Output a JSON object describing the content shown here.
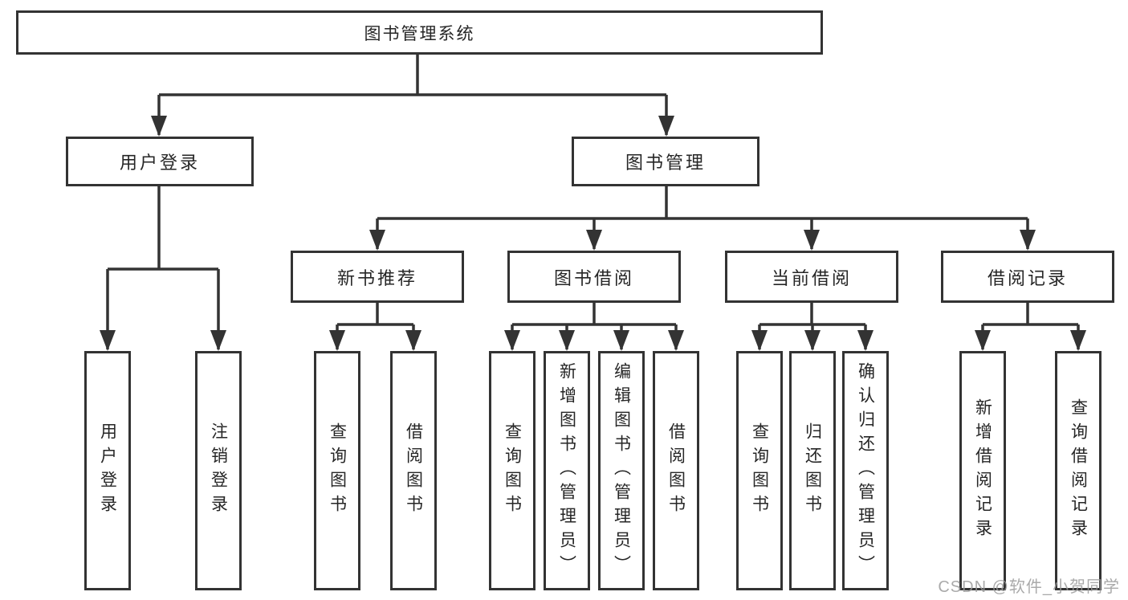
{
  "colors": {
    "line": "#333333",
    "box_border": "#333333",
    "box_background": "#ffffff",
    "text": "#262626",
    "watermark": "#9b9b9b"
  },
  "diagram": {
    "root": "图书管理系统",
    "level1": {
      "user_login": "用户登录",
      "book_mgmt": "图书管理"
    },
    "level2": {
      "new_book": "新书推荐",
      "book_borrow": "图书借阅",
      "current_borrow": "当前借阅",
      "borrow_records": "借阅记录"
    },
    "leaves": {
      "user_login": "用户登录",
      "logout": "注销登录",
      "nb_query": "查询图书",
      "nb_borrow": "借阅图书",
      "bb_query": "查询图书",
      "bb_add": "新增图书（管理员）",
      "bb_edit": "编辑图书（管理员）",
      "bb_borrow": "借阅图书",
      "cb_query": "查询图书",
      "cb_return": "归还图书",
      "cb_confirm": "确认归还（管理员）",
      "br_add": "新增借阅记录",
      "br_query": "查询借阅记录"
    }
  },
  "watermark": "CSDN @软件_小贺同学"
}
